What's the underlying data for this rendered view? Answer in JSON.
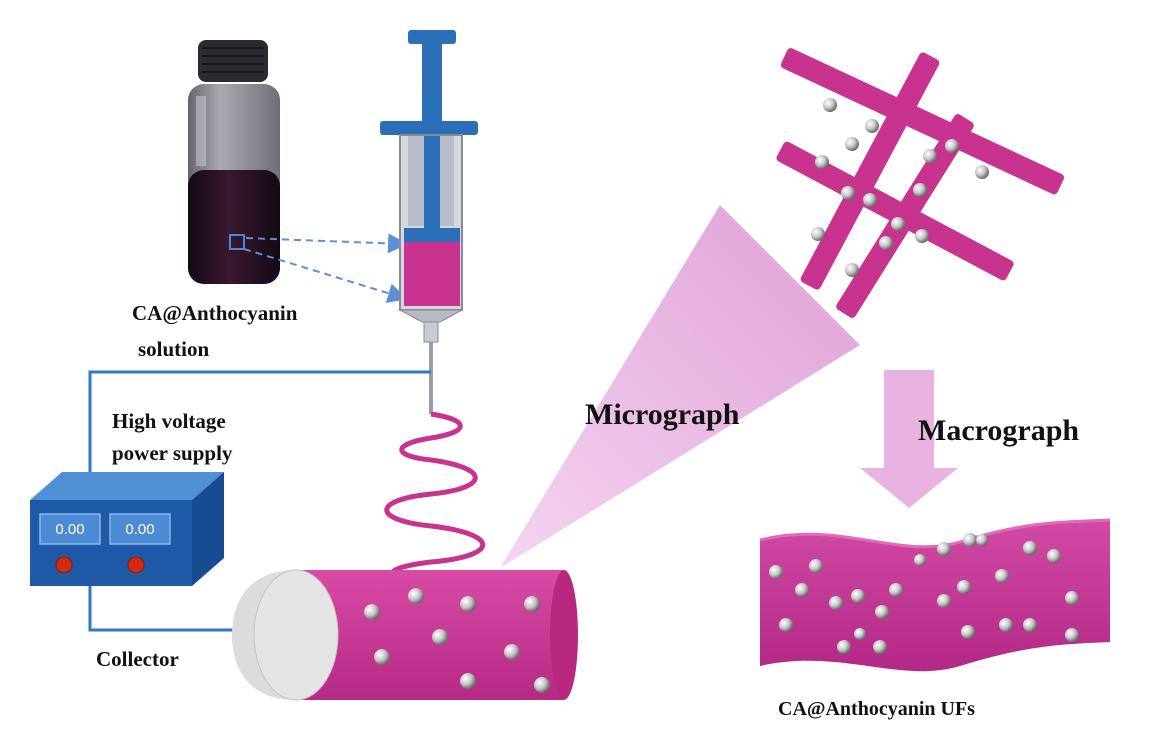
{
  "labels": {
    "solution": "CA@Anthocyanin",
    "solution_line2": "solution",
    "power_line1": "High voltage",
    "power_line2": "power supply",
    "collector": "Collector",
    "micrograph": "Micrograph",
    "macrograph": "Macrograph",
    "product": "CA@Anthocyanin UFs"
  },
  "power_supply": {
    "meter_left": "0.00",
    "meter_right": "0.00"
  },
  "colors": {
    "fiber_magenta": "#c8338f",
    "syringe_blue": "#2a6fb8",
    "wire_blue": "#2f78c4",
    "cone_pink": "#e7a8dc",
    "arrow_pink": "#e8b3e0",
    "box_blue": "#1f5aa8"
  },
  "icons": {
    "vial": "vial-icon",
    "syringe": "syringe-icon",
    "power_supply": "power-supply-icon",
    "collector": "drum-collector-icon"
  }
}
